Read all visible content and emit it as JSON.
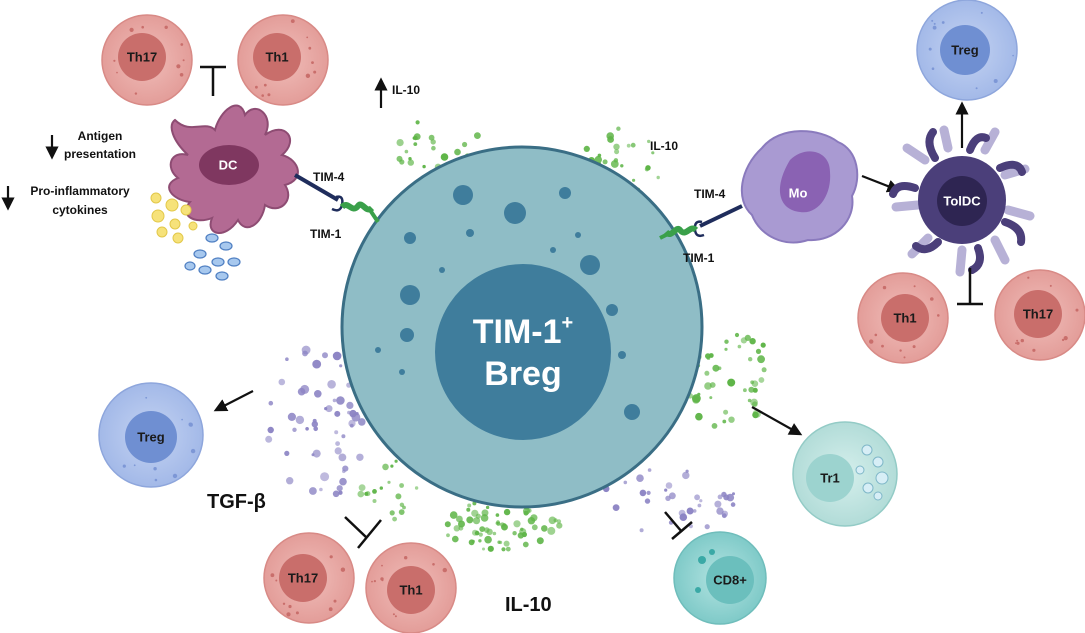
{
  "diagram": {
    "center": {
      "line1": "TIM-1",
      "superscript": "+",
      "line2": "Breg"
    },
    "cells": {
      "th17_topleft": "Th17",
      "th1_topleft": "Th1",
      "dc": "DC",
      "mo": "Mo",
      "toldc": "TolDC",
      "treg_topright": "Treg",
      "th1_right": "Th1",
      "th17_right": "Th17",
      "treg_left": "Treg",
      "tr1": "Tr1",
      "cd8": "CD8+",
      "th17_bottom": "Th17",
      "th1_bottom": "Th1"
    },
    "labels": {
      "il10_top_arrow": "IL-10",
      "il10_right": "IL-10",
      "il10_bottom": "IL-10",
      "tim4_left": "TIM-4",
      "tim1_left": "TIM-1",
      "tim4_right": "TIM-4",
      "tim1_right": "TIM-1",
      "antigen_line1": "Antigen",
      "antigen_line2": "presentation",
      "proinf_line1": "Pro-inflammatory",
      "proinf_line2": "cytokines",
      "tgf": "TGF-β"
    },
    "colors": {
      "breg_outer": "#8fbdc6",
      "breg_nucleus": "#3f7d9c",
      "th_cell": "#e9a9a6",
      "treg_cell": "#a9bfe9",
      "tr1_cell": "#bfe3e0",
      "dc_cell": "#b36a93",
      "mo_cell": "#a99ad2",
      "toldc_cell": "#4b3f7a",
      "il10_dots": "#5fb548",
      "tgf_dots": "#8c84c4"
    }
  }
}
